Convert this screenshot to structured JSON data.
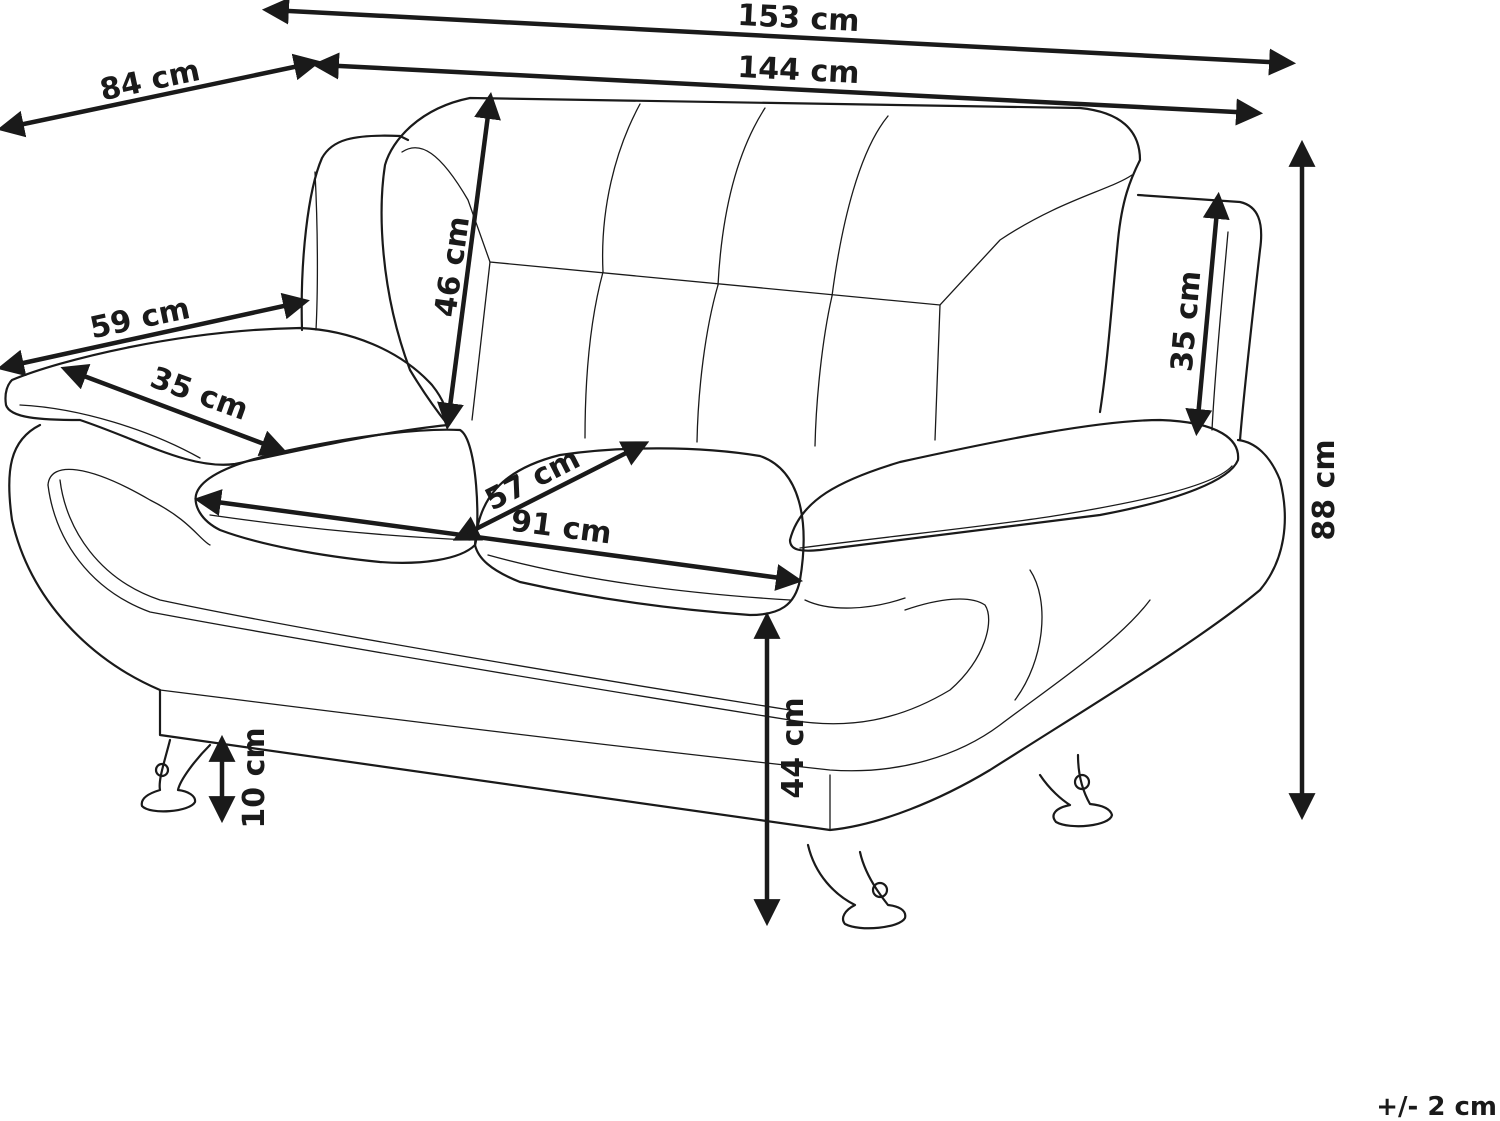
{
  "dimensions": {
    "total_width": "153 cm",
    "depth": "84 cm",
    "inner_width": "144 cm",
    "backrest_height": "46 cm",
    "armrest_height": "35 cm",
    "total_height": "88 cm",
    "armrest_depth": "59 cm",
    "armrest_width": "35 cm",
    "seat_depth": "57 cm",
    "seat_width": "91 cm",
    "seat_height": "44 cm",
    "leg_height": "10 cm"
  },
  "tolerance": "+/- 2 cm"
}
